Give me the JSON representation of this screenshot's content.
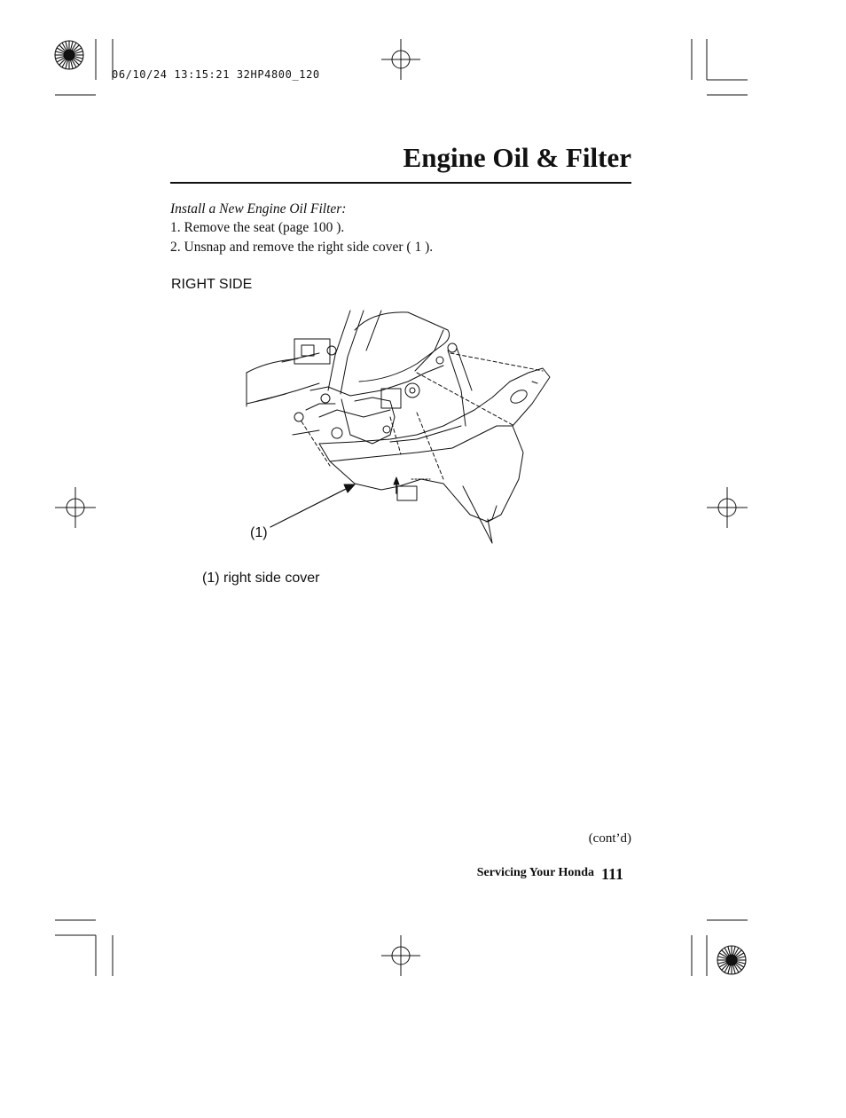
{
  "print_slug": "06/10/24 13:15:21 32HP4800_120",
  "page_title": "Engine Oil & Filter",
  "section_heading": "Install a New Engine Oil Filter:",
  "steps": [
    "1. Remove the seat (page 100 ).",
    "2. Unsnap and remove the right side cover ( 1 )."
  ],
  "figure": {
    "view_label": "RIGHT SIDE",
    "callout": "(1)",
    "caption": "(1) right side cover"
  },
  "continued": "(cont’d)",
  "footer": {
    "section": "Servicing Your Honda",
    "page_number": "111"
  }
}
